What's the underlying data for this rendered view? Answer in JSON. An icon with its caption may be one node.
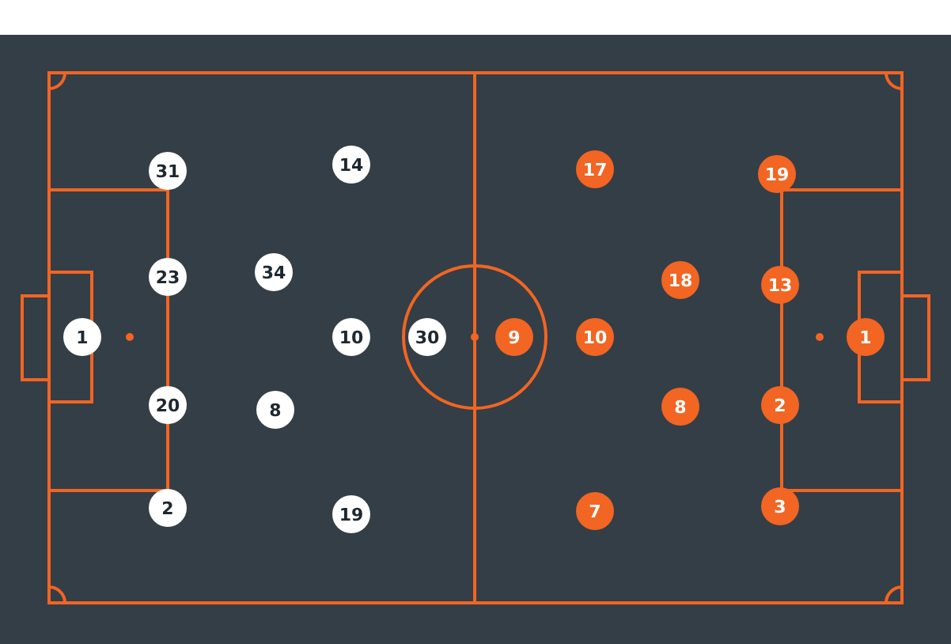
{
  "diagram": {
    "nodes": [
      {
        "text": [
          "31"
        ]
      },
      {
        "text": [
          "14"
        ]
      },
      {
        "text": [
          "17"
        ]
      },
      {
        "text": [
          "19"
        ]
      },
      {
        "text": [
          "23"
        ]
      },
      {
        "text": [
          "34"
        ]
      },
      {
        "text": [
          "18"
        ]
      },
      {
        "text": [
          "13"
        ]
      },
      {
        "text": [
          "1"
        ]
      },
      {
        "text": [
          "10"
        ]
      },
      {
        "text": [
          "30"
        ]
      },
      {
        "text": [
          "9"
        ]
      },
      {
        "text": [
          "10"
        ]
      },
      {
        "text": [
          "1"
        ]
      },
      {
        "text": [
          "20"
        ]
      },
      {
        "text": [
          "8"
        ]
      },
      {
        "text": [
          "8"
        ]
      },
      {
        "text": [
          "2"
        ]
      },
      {
        "text": [
          "2"
        ]
      },
      {
        "text": [
          "19"
        ]
      },
      {
        "text": [
          "7"
        ]
      },
      {
        "text": [
          "3"
        ]
      }
    ]
  }
}
